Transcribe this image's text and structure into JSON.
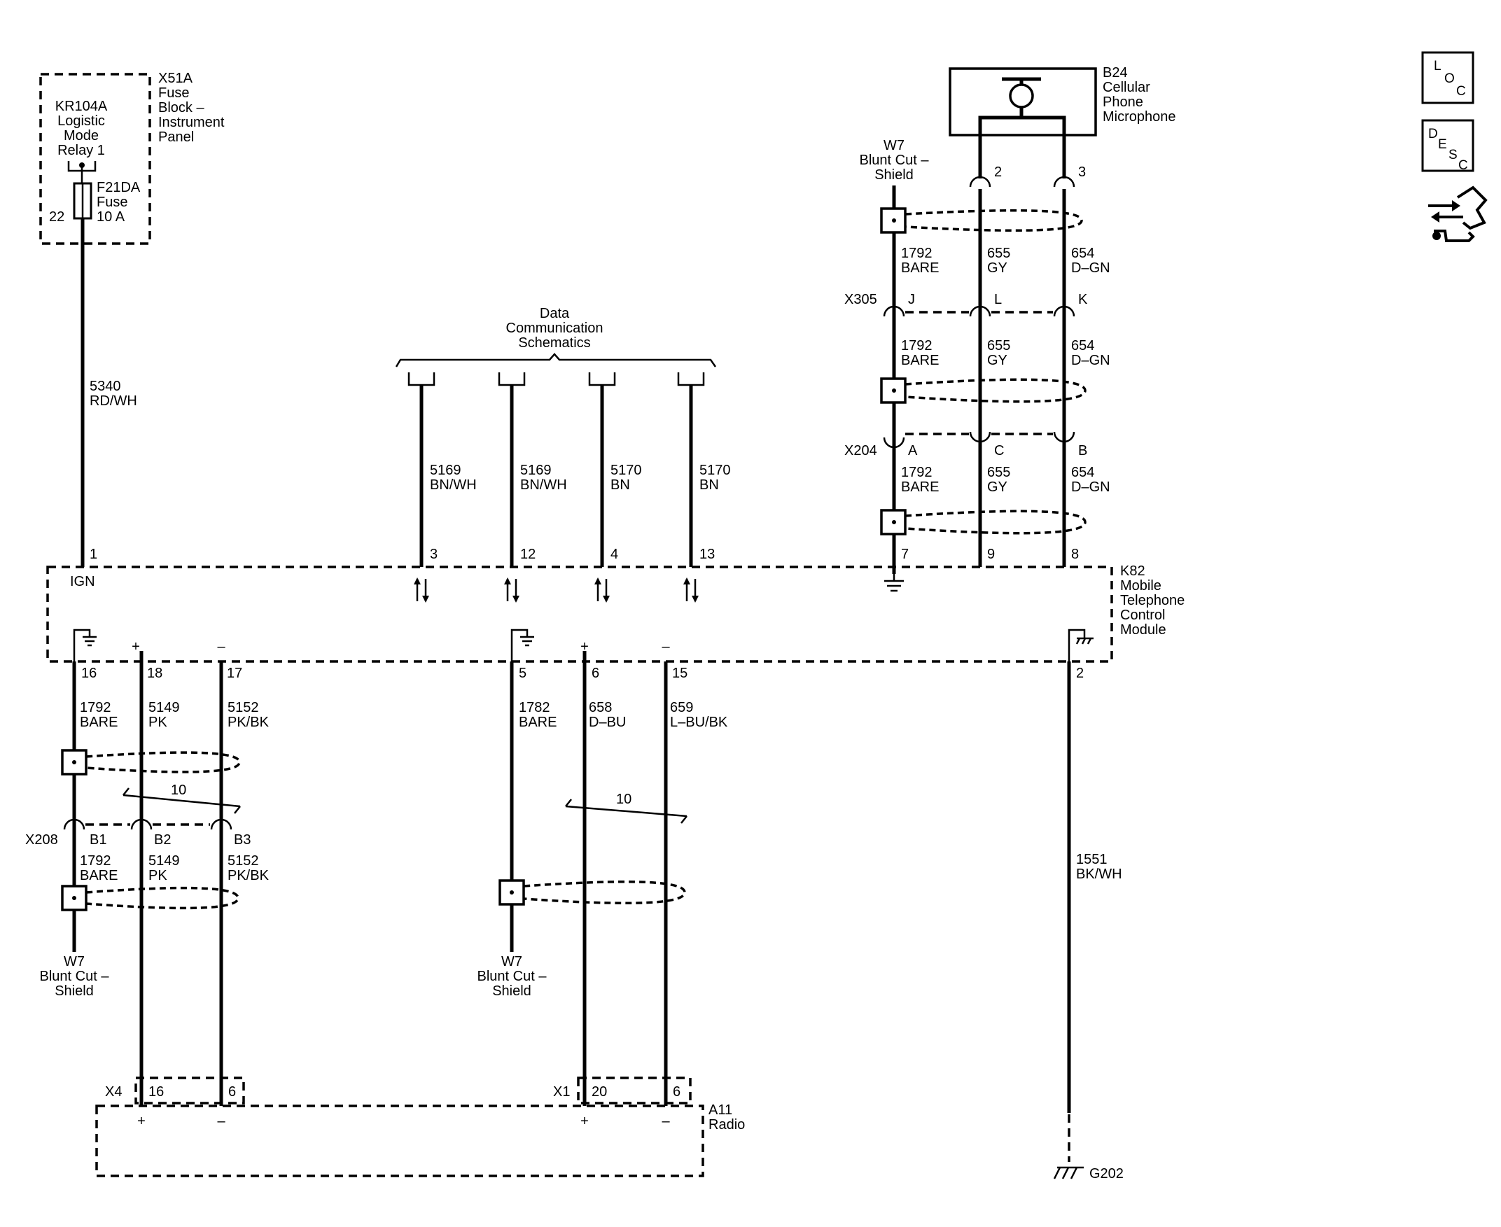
{
  "fuse_block": {
    "id": "X51A",
    "name_lines": [
      "Fuse",
      "Block –",
      "Instrument",
      "Panel"
    ],
    "relay_lines": [
      "KR104A",
      "Logistic",
      "Mode",
      "Relay 1"
    ],
    "fuse_lines": [
      "F21DA",
      "Fuse",
      "10 A"
    ],
    "fuse_pin": "22"
  },
  "ign_wire": {
    "circuit": "5340",
    "color": "RD/WH",
    "pin": "1",
    "pin_name": "IGN"
  },
  "data_comm": {
    "title_lines": [
      "Data",
      "Communication",
      "Schematics"
    ],
    "wires": [
      {
        "circuit": "5169",
        "color": "BN/WH",
        "pin": "3"
      },
      {
        "circuit": "5169",
        "color": "BN/WH",
        "pin": "12"
      },
      {
        "circuit": "5170",
        "color": "BN",
        "pin": "4"
      },
      {
        "circuit": "5170",
        "color": "BN",
        "pin": "13"
      }
    ]
  },
  "microphone": {
    "id": "B24",
    "name_lines": [
      "Cellular",
      "Phone",
      "Microphone"
    ],
    "pins": [
      "2",
      "3"
    ],
    "shield_lines": [
      "W7",
      "Blunt Cut –",
      "Shield"
    ]
  },
  "mic_wires": [
    {
      "circuit": "1792",
      "color": "BARE"
    },
    {
      "circuit": "655",
      "color": "GY"
    },
    {
      "circuit": "654",
      "color": "D–GN"
    }
  ],
  "x305": {
    "id": "X305",
    "pins": [
      "J",
      "L",
      "K"
    ]
  },
  "x204": {
    "id": "X204",
    "pins": [
      "A",
      "C",
      "B"
    ]
  },
  "module_mic_pins": [
    "7",
    "9",
    "8"
  ],
  "module": {
    "id": "K82",
    "name_lines": [
      "Mobile",
      "Telephone",
      "Control",
      "Module"
    ]
  },
  "left_group": {
    "pins": [
      "16",
      "18",
      "17"
    ],
    "wires": [
      {
        "circuit": "1792",
        "color": "BARE"
      },
      {
        "circuit": "5149",
        "color": "PK"
      },
      {
        "circuit": "5152",
        "color": "PK/BK"
      }
    ],
    "twist": "10",
    "connector": {
      "id": "X208",
      "pins": [
        "B1",
        "B2",
        "B3"
      ]
    },
    "shield_lines": [
      "W7",
      "Blunt Cut –",
      "Shield"
    ]
  },
  "mid_group": {
    "pins": [
      "5",
      "6",
      "15"
    ],
    "wires": [
      {
        "circuit": "1782",
        "color": "BARE"
      },
      {
        "circuit": "658",
        "color": "D–BU"
      },
      {
        "circuit": "659",
        "color": "L–BU/BK"
      }
    ],
    "twist": "10",
    "shield_lines": [
      "W7",
      "Blunt Cut –",
      "Shield"
    ]
  },
  "ground_wire": {
    "pin": "2",
    "circuit": "1551",
    "color": "BK/WH",
    "ground_id": "G202"
  },
  "radio": {
    "id": "A11",
    "name": "Radio",
    "x4": {
      "id": "X4",
      "pins": [
        "16",
        "6"
      ]
    },
    "x1": {
      "id": "X1",
      "pins": [
        "20",
        "6"
      ]
    }
  },
  "polarity": {
    "plus": "+",
    "minus": "–"
  },
  "side_icons": [
    {
      "name": "loc-icon",
      "letters": [
        "L",
        "O",
        "C"
      ]
    },
    {
      "name": "desc-icon",
      "letters": [
        "D",
        "E",
        "S",
        "C"
      ]
    },
    {
      "name": "connector-tool-icon"
    }
  ]
}
